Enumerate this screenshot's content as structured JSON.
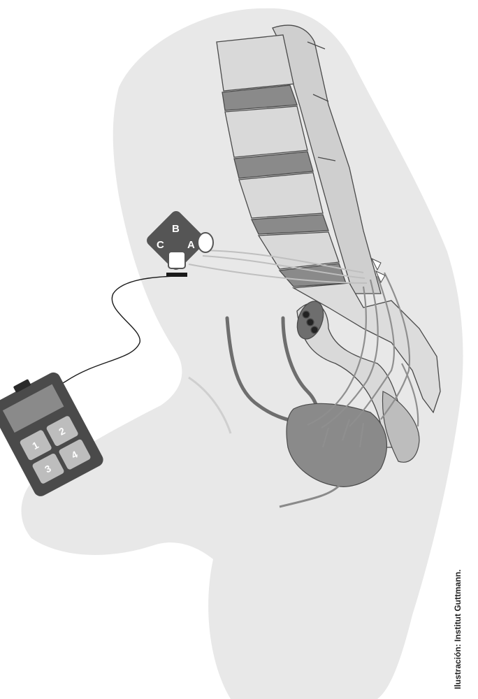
{
  "stimulator_labels": {
    "a": "A",
    "b": "B",
    "c": "C"
  },
  "controller_keys": [
    "1",
    "2",
    "3",
    "4"
  ],
  "credit": "Ilustración: Institut Guttmann."
}
